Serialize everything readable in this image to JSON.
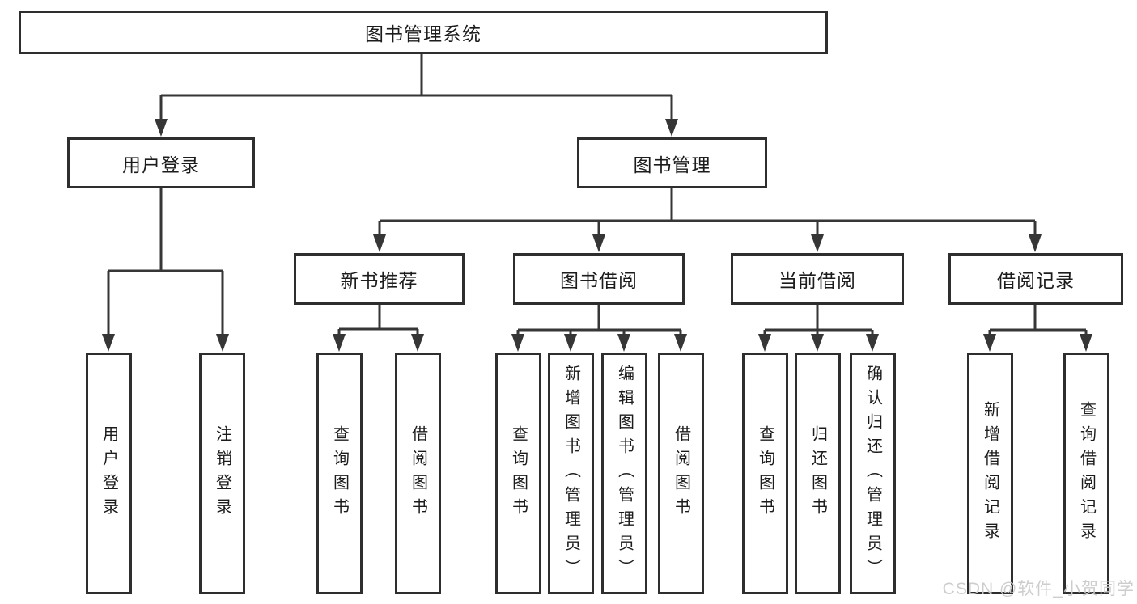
{
  "nodes": {
    "root": {
      "label": "图书管理系统"
    },
    "user_login": {
      "label": "用户登录"
    },
    "book_management": {
      "label": "图书管理"
    },
    "new_book_recommend": {
      "label": "新书推荐"
    },
    "book_borrowing": {
      "label": "图书借阅"
    },
    "current_borrowing": {
      "label": "当前借阅"
    },
    "borrowing_records": {
      "label": "借阅记录"
    },
    "leaf_user_login": {
      "label": "用户登录"
    },
    "leaf_logout": {
      "label": "注销登录"
    },
    "leaf_query_books_recommend": {
      "label": "查询图书"
    },
    "leaf_borrow_books_recommend": {
      "label": "借阅图书"
    },
    "leaf_query_books_borrowing": {
      "label": "查询图书"
    },
    "leaf_add_books_admin": {
      "label": "新增图书（管理员）"
    },
    "leaf_edit_books_admin": {
      "label": "编辑图书（管理员）"
    },
    "leaf_borrow_books_borrowing": {
      "label": "借阅图书"
    },
    "leaf_query_books_current": {
      "label": "查询图书"
    },
    "leaf_return_books": {
      "label": "归还图书"
    },
    "leaf_confirm_return_admin": {
      "label": "确认归还（管理员）"
    },
    "leaf_add_borrow_record": {
      "label": "新增借阅记录"
    },
    "leaf_query_borrow_record": {
      "label": "查询借阅记录"
    }
  },
  "hierarchy": {
    "图书管理系统": [
      "用户登录",
      "图书管理"
    ],
    "用户登录": [
      "用户登录",
      "注销登录"
    ],
    "图书管理": [
      "新书推荐",
      "图书借阅",
      "当前借阅",
      "借阅记录"
    ],
    "新书推荐": [
      "查询图书",
      "借阅图书"
    ],
    "图书借阅": [
      "查询图书",
      "新增图书（管理员）",
      "编辑图书（管理员）",
      "借阅图书"
    ],
    "当前借阅": [
      "查询图书",
      "归还图书",
      "确认归还（管理员）"
    ],
    "借阅记录": [
      "新增借阅记录",
      "查询借阅记录"
    ]
  },
  "watermark": {
    "text": "CSDN @软件_小贺同学"
  },
  "colors": {
    "line": "#363636",
    "box_border": "#2e2e2e",
    "box_fill": "#ffffff",
    "text": "#1c1c1c",
    "background": "#ffffff",
    "watermark": "#cbcbcb"
  }
}
